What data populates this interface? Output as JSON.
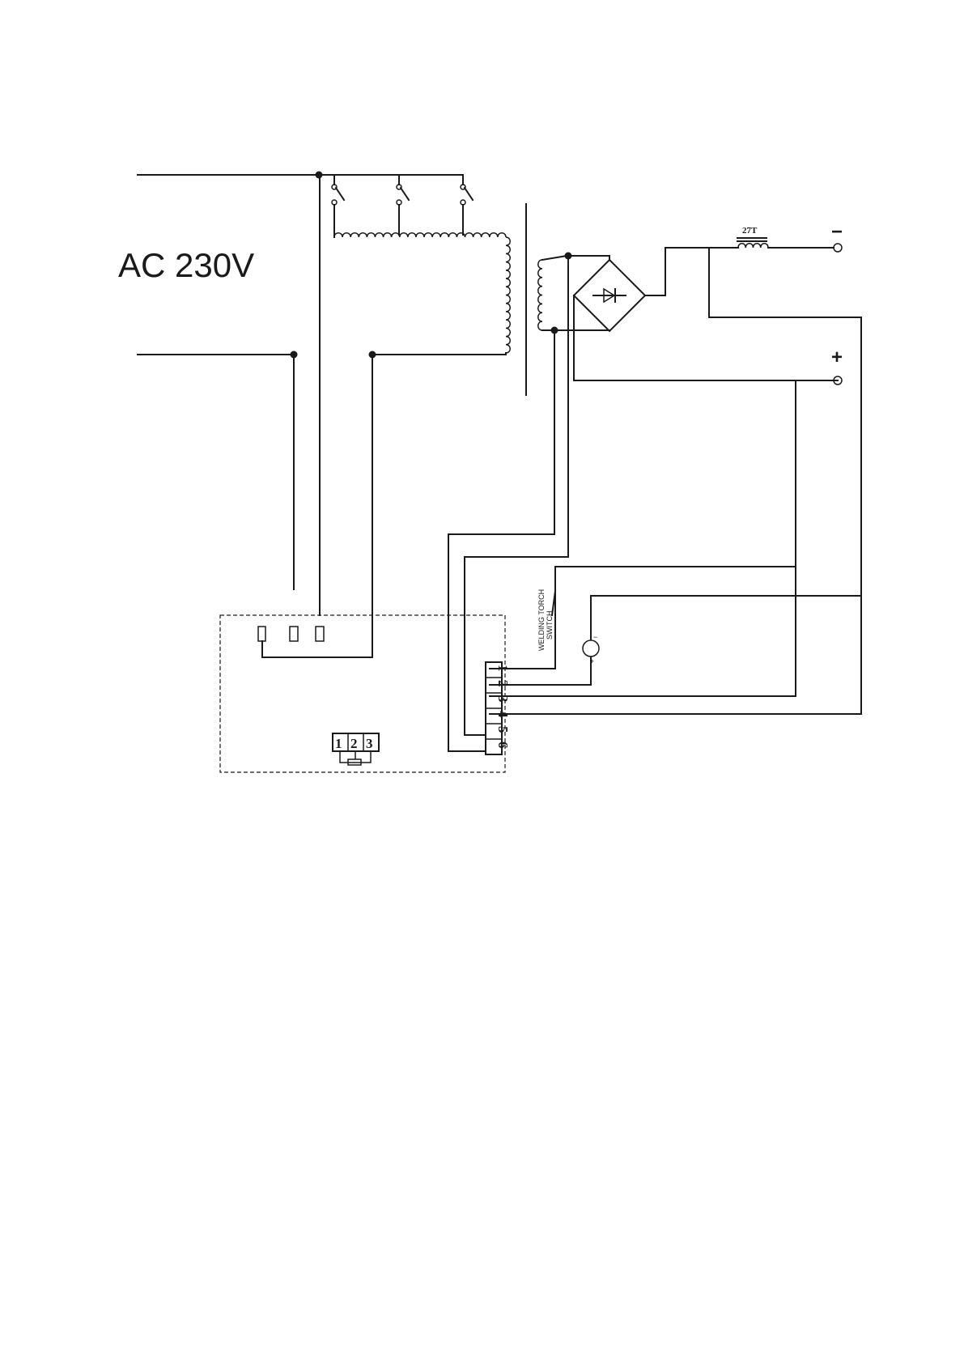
{
  "supply": {
    "label": "AC 230V"
  },
  "inductor": {
    "label": "27T"
  },
  "output": {
    "negative": "−",
    "positive": "+"
  },
  "torch_switch": {
    "line1": "WELDING TORCH",
    "line2": "SWITCH"
  },
  "motor": {
    "minus": "−",
    "plus": "+"
  },
  "terminal_block": [
    "1",
    "2",
    "3",
    "4",
    "5",
    "6"
  ],
  "pot_block": [
    "1",
    "2",
    "3"
  ]
}
